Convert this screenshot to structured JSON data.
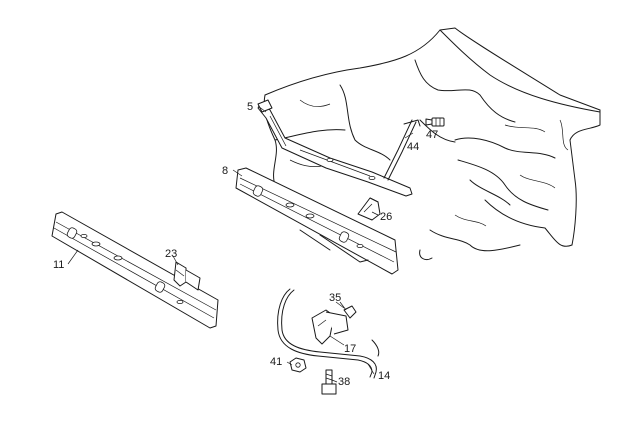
{
  "callouts": {
    "c5": "5",
    "c47": "47",
    "c44": "44",
    "c8": "8",
    "c26": "26",
    "c11": "11",
    "c23": "23",
    "c35": "35",
    "c17": "17",
    "c41": "41",
    "c14": "14",
    "c38": "38"
  }
}
